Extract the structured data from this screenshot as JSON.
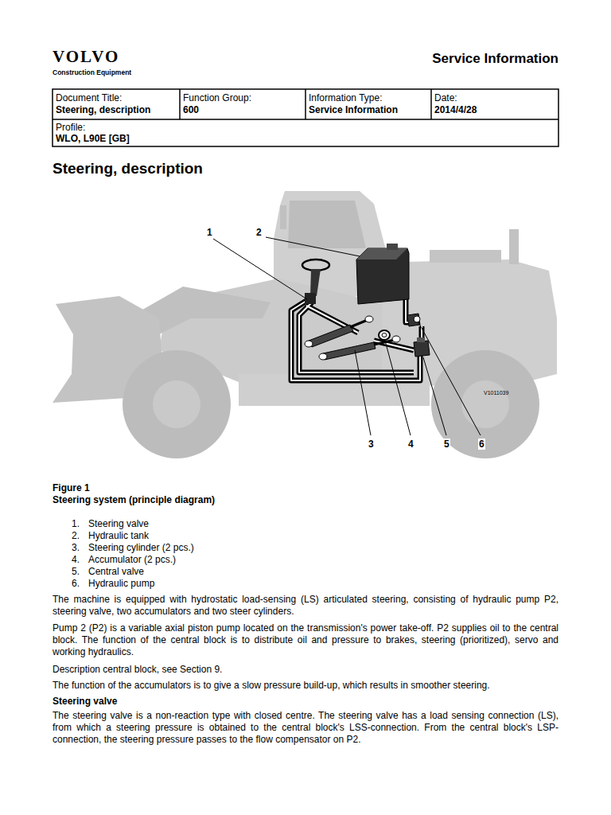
{
  "diagram": {
    "title": "Steering, description",
    "caption": "Steering system (principle diagram)",
    "labels": [
      "VOLVO",
      "Construction Equipment",
      "Service Information",
      "Document Title:",
      "Steering, description",
      "Function Group:",
      "600",
      "Information Type:",
      "Service Information",
      "Date:",
      "2014/4/28",
      "Profile:",
      "WLO, L90E [GB]",
      "1",
      "2",
      "3",
      "4",
      "5",
      "6",
      "V1011039",
      "Figure 1",
      "1.",
      "Steering valve",
      "2.",
      "Hydraulic tank",
      "3.",
      "Steering cylinder (2 pcs.)",
      "4.",
      "Accumulator (2 pcs.)",
      "5.",
      "Central valve",
      "6.",
      "Hydraulic pump",
      "The machine is equipped with hydrostatic load-sensing (LS) articulated steering, consisting of hydraulic pump P2, steering valve, two accumulators and two steer cylinders.",
      "Pump 2 (P2) is a variable axial piston pump located on the transmission's power take-off. P2 supplies oil to the central block. The function of the central block is to distribute oil and pressure to brakes, steering (prioritized), servo and working hydraulics.",
      "Description central block, see Section 9.",
      "The function of the accumulators is to give a slow pressure build-up, which results in smoother steering.",
      "Steering valve",
      "The steering valve is a non-reaction type with closed centre. The steering valve has a load sensing connection (LS), from which a steering pressure is obtained to the central block's LSS-connection. From the central block's LSP-connection, the steering pressure passes to the flow compensator on P2."
    ]
  }
}
